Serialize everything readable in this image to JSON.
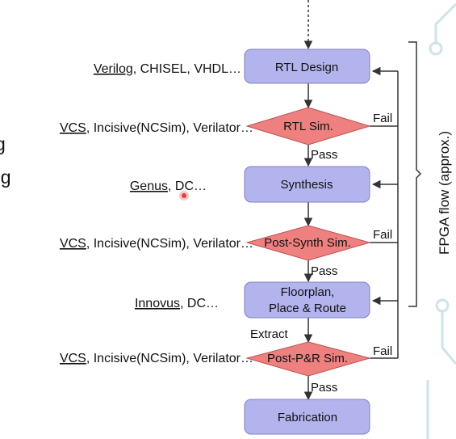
{
  "left_clipped_text": [
    "g",
    "ng"
  ],
  "flow": {
    "rtl_design": "RTL Design",
    "rtl_sim": "RTL Sim.",
    "synthesis": "Synthesis",
    "post_synth_sim": "Post-Synth Sim.",
    "floorplan_line1": "Floorplan,",
    "floorplan_line2": "Place & Route",
    "post_pr_sim": "Post-P&R Sim.",
    "fabrication": "Fabrication"
  },
  "tools": {
    "rtl_design": {
      "first": "Verilog",
      "rest": ", CHISEL, VHDL…"
    },
    "rtl_sim": {
      "first": "VCS",
      "rest": ", Incisive(NCSim), Verilator…"
    },
    "synthesis": {
      "first": "Genus",
      "rest": ", DC…"
    },
    "post_synth_sim": {
      "first": "VCS",
      "rest": ", Incisive(NCSim), Verilator…"
    },
    "floorplan": {
      "first": "Innovus",
      "rest": ", DC…"
    },
    "post_pr_sim": {
      "first": "VCS",
      "rest": ", Incisive(NCSim), Verilator…"
    }
  },
  "edge_labels": {
    "pass": "Pass",
    "fail": "Fail",
    "extract": "Extract"
  },
  "side_label": "FPGA flow (approx.)",
  "colors": {
    "box_fill": "#b3b3ee",
    "box_stroke": "#8080c0",
    "diamond_fill": "#ee8080",
    "diamond_stroke": "#c05050",
    "line": "#333333",
    "cursor_dot": "#e04040",
    "decor": "#cfe3e8"
  }
}
